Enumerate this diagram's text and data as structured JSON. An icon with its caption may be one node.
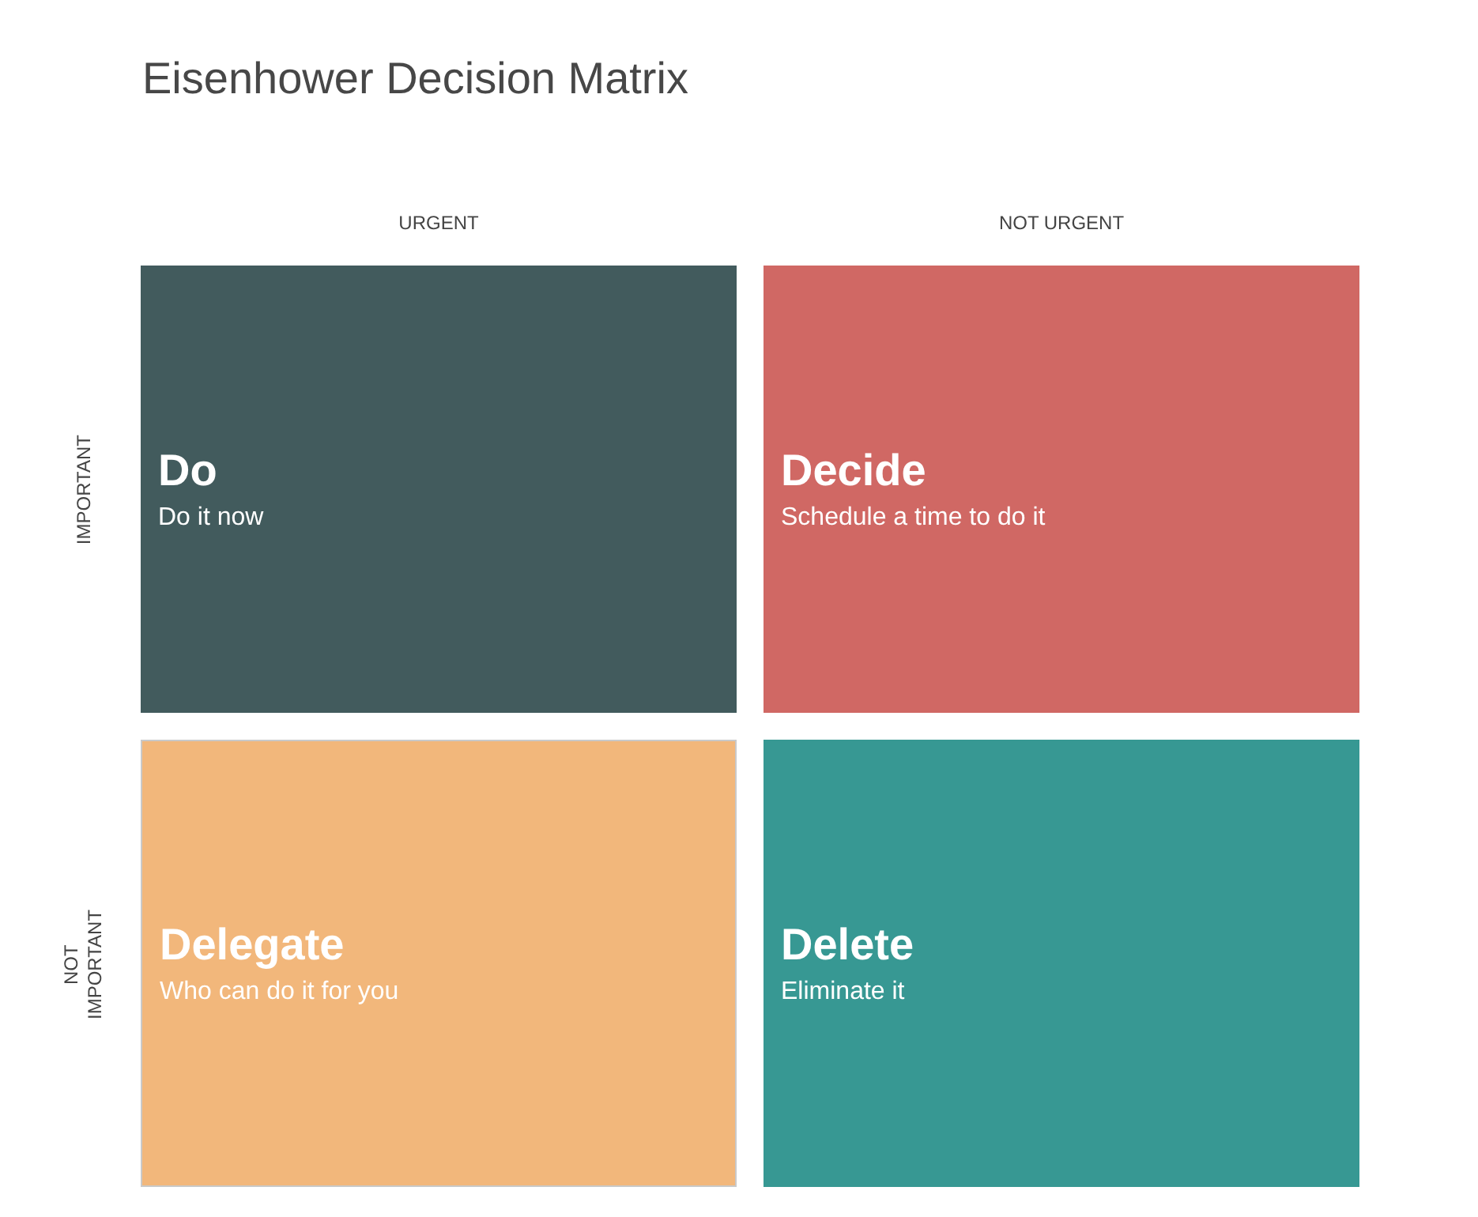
{
  "diagram": {
    "title": "Eisenhower Decision Matrix",
    "nodes": [
      {
        "text": [
          "Do",
          "Do it now"
        ]
      },
      {
        "text": [
          "Decide",
          "Schedule a time to do it"
        ]
      },
      {
        "text": [
          "Delegate",
          "Who can do it for you"
        ]
      },
      {
        "text": [
          "Delete",
          "Eliminate it"
        ]
      }
    ],
    "labels": [
      "URGENT",
      "NOT URGENT",
      "IMPORTANT",
      "NOT IMPORTANT"
    ]
  }
}
